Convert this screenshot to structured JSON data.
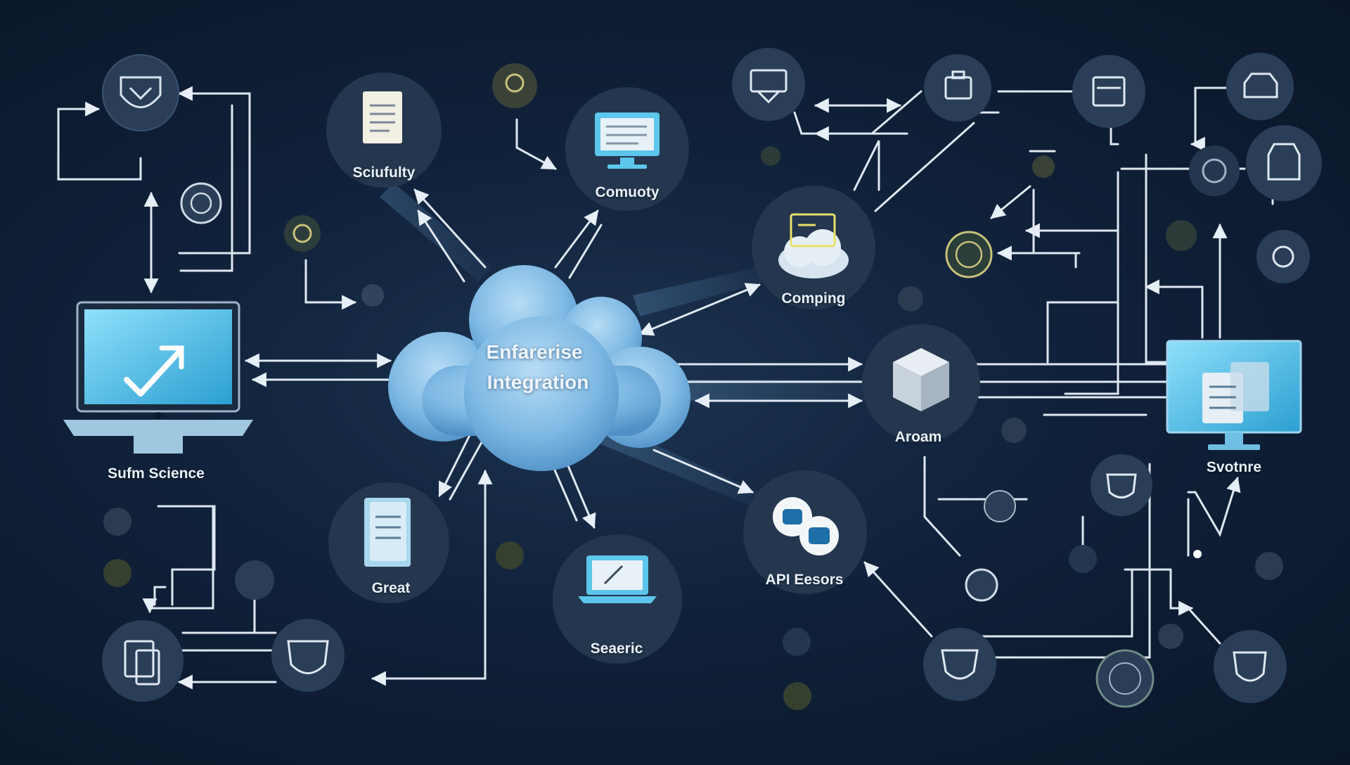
{
  "hub": {
    "line1": "Enfarerise",
    "line2": "Integration"
  },
  "nodes": {
    "sciufulty": "Sciufulty",
    "comuoty": "Comuoty",
    "comping": "Comping",
    "sufm_science": "Sufm Science",
    "aroam": "Aroam",
    "svotnre": "Svotnre",
    "great": "Great",
    "seaeric": "Seaeric",
    "api_esors": "API Eesors"
  },
  "colors": {
    "background": "#0f1e33",
    "node_fill": "#233650",
    "cloud_light": "#a9d4f2",
    "cloud_dark": "#5d9fd3",
    "screen": "#5cc6ec",
    "connector": "#dfe8f1",
    "accent_icon": "#c8c27a"
  },
  "icons": [
    "shield-icon",
    "document-icon",
    "monitor-icon",
    "server-icon",
    "briefcase-icon",
    "printer-icon",
    "cloud-box-icon",
    "laptop-icon",
    "cube-icon",
    "desktop-icon",
    "api-icon",
    "folder-icon",
    "laptop-edit-icon",
    "globe-icon",
    "badge-icon"
  ]
}
